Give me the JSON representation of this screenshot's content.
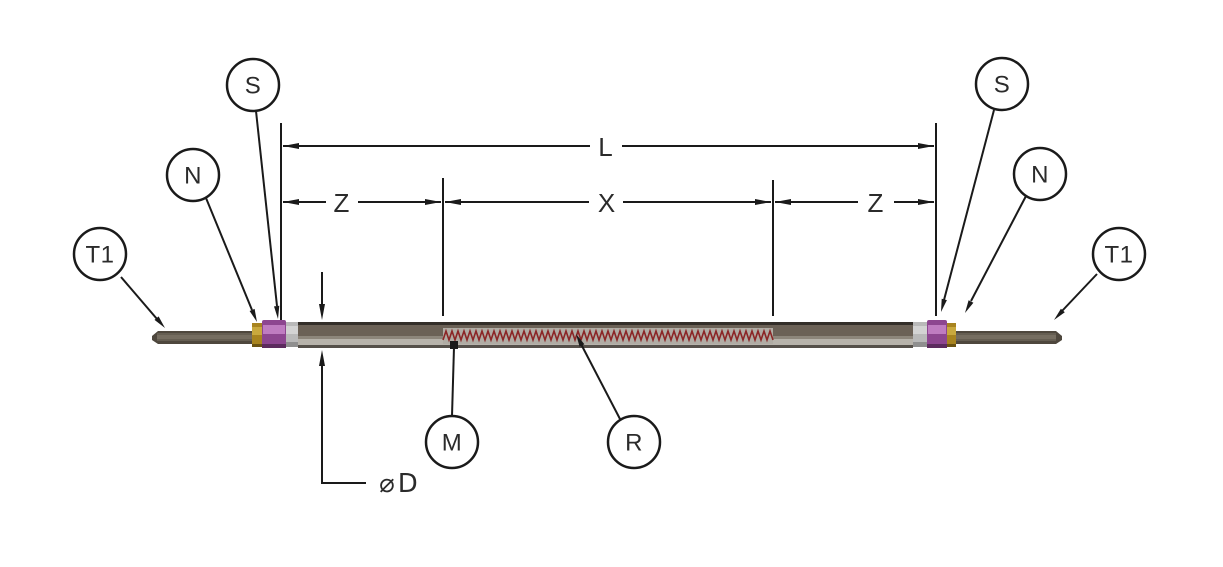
{
  "balloons": {
    "left_s": "S",
    "left_n": "N",
    "left_t1": "T1",
    "right_s": "S",
    "right_n": "N",
    "right_t1": "T1",
    "m": "M",
    "r": "R"
  },
  "dimensions": {
    "overall_length": "L",
    "end_zone_left": "Z",
    "heated_length": "X",
    "end_zone_right": "Z",
    "diameter": "⌀D"
  },
  "colors": {
    "line": "#1a1a1a",
    "coil_red": "#8b2626",
    "seal_purple": "#8d4690",
    "seal_highlight": "#bf7cc1",
    "contact_gold": "#a8841f",
    "collar_gray": "#b9b9b9",
    "tube_dark": "#6b6156",
    "tube_light": "#b7b3ab",
    "coil_background": "#b0aca4",
    "rod_brown": "#4e473d"
  }
}
